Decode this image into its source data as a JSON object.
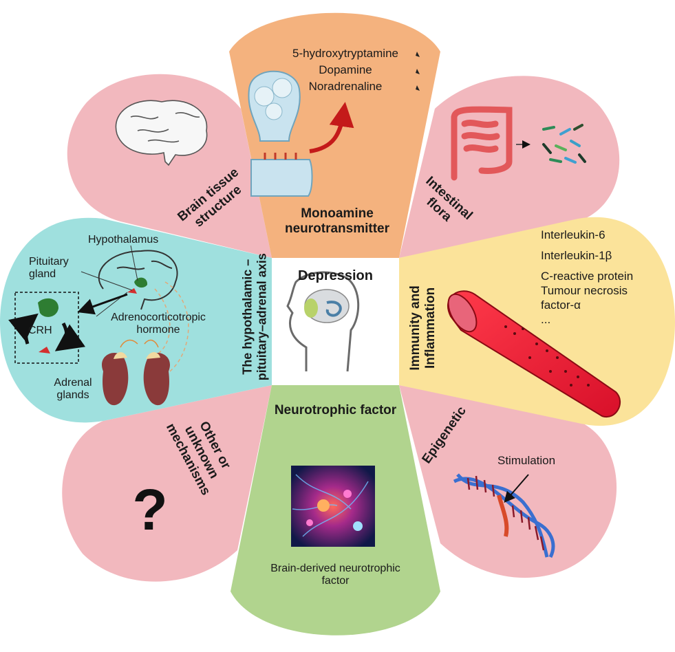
{
  "colors": {
    "pink": "#f2b8be",
    "orange": "#f4b27e",
    "teal": "#9fe0de",
    "yellow": "#fbe39a",
    "green": "#b1d48e",
    "center": "#ffffff"
  },
  "center": {
    "title": "Depression",
    "icon": "head-brain-icon"
  },
  "petals": {
    "monoamine": {
      "title": "Monoamine neurotransmitter",
      "items": [
        "5-hydroxytryptamine",
        "Dopamine",
        "Noradrenaline"
      ],
      "icon": "synapse-icon"
    },
    "brain_tissue": {
      "title": "Brain tissue structure",
      "icon": "brain-icon"
    },
    "intestinal": {
      "title": "Intestinal flora",
      "icon": "intestine-icon"
    },
    "immunity": {
      "title": "Immunity and Inflammation",
      "items": [
        "Interleukin-6",
        "Interleukin-1β",
        "C-reactive protein",
        "Tumour necrosis",
        "factor-α",
        "..."
      ],
      "icon": "blood-vessel-icon"
    },
    "hpa": {
      "title": "The hypothalamic –pituitary–adrenal axis",
      "labels": {
        "hypothalamus": "Hypothalamus",
        "pituitary": "Pituitary gland",
        "crh": "CRH",
        "acth": "Adrenocorticotropic hormone",
        "adrenal": "Adrenal glands"
      }
    },
    "neurotrophic": {
      "title": "Neurotrophic factor",
      "caption": "Brain-derived neurotrophic factor",
      "icon": "neuron-image"
    },
    "epigenetic": {
      "title": "Epigenetic",
      "stimulation": "Stimulation",
      "icon": "dna-icon"
    },
    "other": {
      "title": "Other or unknown mechanisms",
      "icon": "question-mark-icon"
    }
  }
}
